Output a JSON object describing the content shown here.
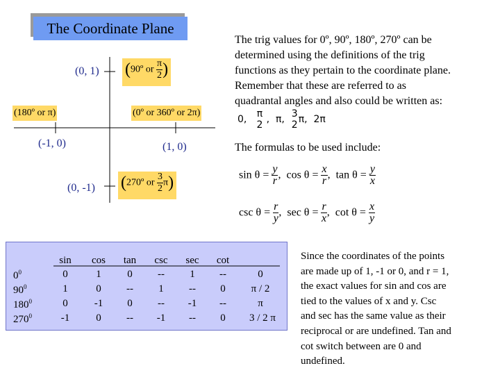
{
  "title": "The Coordinate Plane",
  "axes": {
    "top": "(0, 1)",
    "bottom": "(0, -1)",
    "left": "(-1, 0)",
    "right": "(1, 0)"
  },
  "boxes": {
    "top": {
      "deg": "90º or",
      "num": "π",
      "den": "2"
    },
    "left": "(180º or π)",
    "right": "(0º or 360º or 2π)",
    "bottom": {
      "deg": "270º or",
      "num": "3",
      "den": "2",
      "pi": "π"
    }
  },
  "intro": [
    "The trig values for  0º, 90º, 180º, 270º  can be",
    "determined using the definitions of the trig",
    "functions as they pertain to the coordinate plane.",
    "Remember that these are referred to as",
    "quadrantal angles and also could be written as:"
  ],
  "angles_list": {
    "zero": "0",
    "comma": ",",
    "pi": "π",
    "two": "2",
    "three": "3",
    "two_pi": "2π"
  },
  "formulas_intro": "The formulas to be used include:",
  "formulas": {
    "row1": [
      {
        "name": "sin θ =",
        "num": "y",
        "den": "r"
      },
      {
        "name": "cos θ =",
        "num": "x",
        "den": "r"
      },
      {
        "name": "tan θ =",
        "num": "y",
        "den": "x"
      }
    ],
    "row2": [
      {
        "name": "csc θ =",
        "num": "r",
        "den": "y"
      },
      {
        "name": "sec θ =",
        "num": "r",
        "den": "x"
      },
      {
        "name": "cot θ =",
        "num": "x",
        "den": "y"
      }
    ]
  },
  "table": {
    "headers": [
      "sin",
      "cos",
      "tan",
      "csc",
      "sec",
      "cot"
    ],
    "rows": [
      {
        "angle": "0",
        "sup": "0",
        "values": [
          "0",
          "1",
          "0",
          "--",
          "1",
          "--"
        ],
        "radian": "0"
      },
      {
        "angle": "90",
        "sup": "0",
        "values": [
          "1",
          "0",
          "--",
          "1",
          "--",
          "0"
        ],
        "radian": "π / 2"
      },
      {
        "angle": "180",
        "sup": "0",
        "values": [
          "0",
          "-1",
          "0",
          "--",
          "-1",
          "--"
        ],
        "radian": "π"
      },
      {
        "angle": "270",
        "sup": "0",
        "values": [
          "-1",
          "0",
          "--",
          "-1",
          "--",
          "0"
        ],
        "radian": "3 / 2  π"
      }
    ]
  },
  "explanation": [
    "Since the coordinates of the points",
    "are made up of 1, -1 or 0, and r = 1,",
    "the exact values for sin and cos are",
    "tied to the values of x and y.  Csc",
    "and sec has the same value as their",
    "reciprocal or are undefined. Tan and",
    "cot switch between are 0 and",
    "undefined."
  ]
}
